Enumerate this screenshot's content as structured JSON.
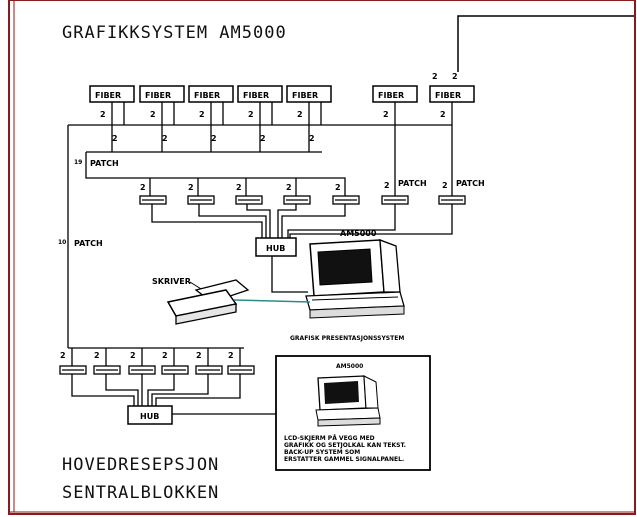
{
  "title": "GRAFIKKSYSTEM AM5000",
  "footer": {
    "line1": "HOVEDRESEPSJON",
    "line2": "SENTRALBLOKKEN"
  },
  "labels": {
    "fiber": "FIBER",
    "two": "2",
    "patch19": "PATCH",
    "n19": "19",
    "patch10": "PATCH",
    "n10": "10",
    "patch": "PATCH",
    "hub": "HUB",
    "am5000": "AM5000",
    "skriver": "SKRIVER",
    "presentation": "GRAFISK PRESENTASJONSSYSTEM",
    "note1": "LCD-SKJERM PÅ VEGG MED",
    "note2": "GRAFIKK OG SETJOLKAL KAN TEKST.",
    "note3": "BACK-UP SYSTEM SOM",
    "note4": "ERSTATTER GAMMEL SIGNALPANEL."
  },
  "colors": {
    "frame": "#8b1a1a",
    "line": "#000000",
    "cable": "#2e8b8b"
  }
}
